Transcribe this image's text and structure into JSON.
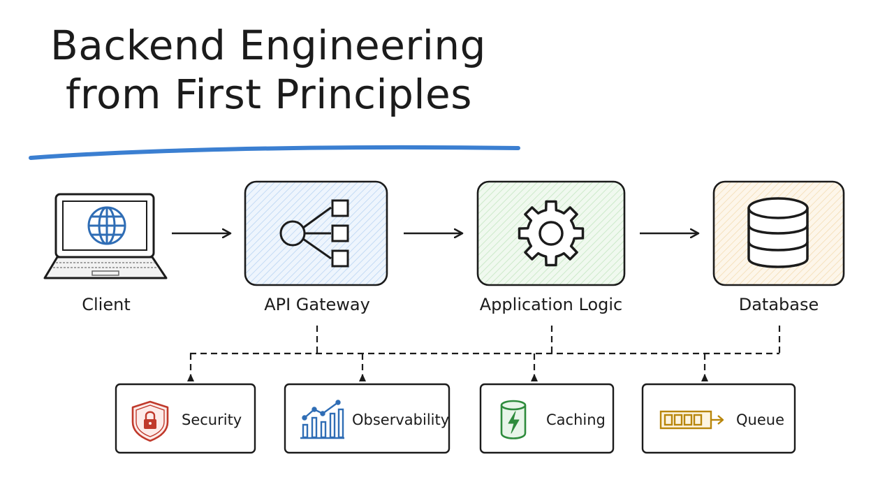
{
  "title": {
    "line1": "Backend Engineering",
    "line2": "from First Principles"
  },
  "colors": {
    "underline": "#3b7fd1",
    "gateway": "#4a90d9",
    "logic": "#4caf50",
    "database": "#e0a84a",
    "security": "#c0392b",
    "observability": "#2f6db5",
    "caching": "#2e8b3c",
    "queue": "#b8860b"
  },
  "pipeline": [
    {
      "label": "Client",
      "icon": "laptop-globe-icon"
    },
    {
      "label": "API Gateway",
      "icon": "fan-out-nodes-icon"
    },
    {
      "label": "Application Logic",
      "icon": "gear-icon"
    },
    {
      "label": "Database",
      "icon": "database-cylinder-icon"
    }
  ],
  "services": [
    {
      "label": "Security",
      "icon": "shield-lock-icon"
    },
    {
      "label": "Observability",
      "icon": "bar-chart-trend-icon"
    },
    {
      "label": "Caching",
      "icon": "cache-bolt-icon"
    },
    {
      "label": "Queue",
      "icon": "queue-icon"
    }
  ]
}
